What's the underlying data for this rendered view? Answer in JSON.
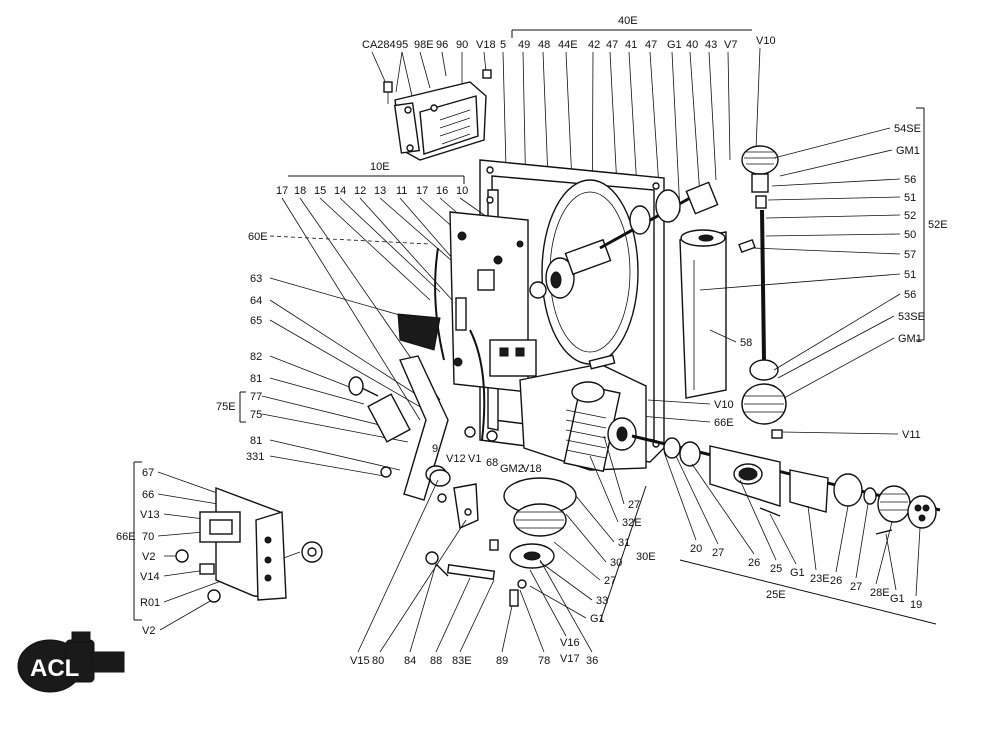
{
  "group_labels": {
    "g40E": "40E",
    "g10E": "10E",
    "g52E": "52E",
    "g75E": "75E",
    "g66E": "66E",
    "g30E": "30E",
    "g25E": "25E"
  },
  "logo": {
    "text": "ACL"
  },
  "callouts": [
    {
      "id": "c01",
      "text": "CA284"
    },
    {
      "id": "c02",
      "text": "95"
    },
    {
      "id": "c03",
      "text": "98E"
    },
    {
      "id": "c04",
      "text": "96"
    },
    {
      "id": "c05",
      "text": "90"
    },
    {
      "id": "c06",
      "text": "V18"
    },
    {
      "id": "c07",
      "text": "5"
    },
    {
      "id": "c08",
      "text": "49"
    },
    {
      "id": "c09",
      "text": "48"
    },
    {
      "id": "c10",
      "text": "44E"
    },
    {
      "id": "c11",
      "text": "42"
    },
    {
      "id": "c12",
      "text": "47"
    },
    {
      "id": "c13",
      "text": "41"
    },
    {
      "id": "c14",
      "text": "47"
    },
    {
      "id": "c15",
      "text": "G1"
    },
    {
      "id": "c16",
      "text": "40"
    },
    {
      "id": "c17",
      "text": "43"
    },
    {
      "id": "c18",
      "text": "V7"
    },
    {
      "id": "c19",
      "text": "V10"
    },
    {
      "id": "c20",
      "text": "17"
    },
    {
      "id": "c21",
      "text": "18"
    },
    {
      "id": "c22",
      "text": "15"
    },
    {
      "id": "c23",
      "text": "14"
    },
    {
      "id": "c24",
      "text": "12"
    },
    {
      "id": "c25",
      "text": "13"
    },
    {
      "id": "c26",
      "text": "11"
    },
    {
      "id": "c27",
      "text": "17"
    },
    {
      "id": "c28",
      "text": "16"
    },
    {
      "id": "c29",
      "text": "10"
    },
    {
      "id": "c30",
      "text": "54SE"
    },
    {
      "id": "c31",
      "text": "GM1"
    },
    {
      "id": "c32",
      "text": "56"
    },
    {
      "id": "c33",
      "text": "51"
    },
    {
      "id": "c34",
      "text": "52"
    },
    {
      "id": "c35",
      "text": "50"
    },
    {
      "id": "c36",
      "text": "57"
    },
    {
      "id": "c37",
      "text": "51"
    },
    {
      "id": "c38",
      "text": "56"
    },
    {
      "id": "c39",
      "text": "53SE"
    },
    {
      "id": "c40",
      "text": "GM1"
    },
    {
      "id": "c41",
      "text": "V11"
    },
    {
      "id": "c42",
      "text": "60E"
    },
    {
      "id": "c43",
      "text": "63"
    },
    {
      "id": "c44",
      "text": "64"
    },
    {
      "id": "c45",
      "text": "65"
    },
    {
      "id": "c46",
      "text": "82"
    },
    {
      "id": "c47",
      "text": "81"
    },
    {
      "id": "c48",
      "text": "77"
    },
    {
      "id": "c49",
      "text": "75"
    },
    {
      "id": "c50",
      "text": "81"
    },
    {
      "id": "c51",
      "text": "331"
    },
    {
      "id": "c52",
      "text": "58"
    },
    {
      "id": "c53",
      "text": "V10"
    },
    {
      "id": "c54",
      "text": "66E"
    },
    {
      "id": "c55",
      "text": "9"
    },
    {
      "id": "c56",
      "text": "V12"
    },
    {
      "id": "c57",
      "text": "V1"
    },
    {
      "id": "c58",
      "text": "68"
    },
    {
      "id": "c59",
      "text": "GM2"
    },
    {
      "id": "c60",
      "text": "V18"
    },
    {
      "id": "c61",
      "text": "67"
    },
    {
      "id": "c62",
      "text": "66"
    },
    {
      "id": "c63",
      "text": "V13"
    },
    {
      "id": "c64",
      "text": "70"
    },
    {
      "id": "c65",
      "text": "V2"
    },
    {
      "id": "c66",
      "text": "V14"
    },
    {
      "id": "c67",
      "text": "R01"
    },
    {
      "id": "c68",
      "text": "V2"
    },
    {
      "id": "c69",
      "text": "27"
    },
    {
      "id": "c70",
      "text": "32E"
    },
    {
      "id": "c71",
      "text": "31"
    },
    {
      "id": "c72",
      "text": "30"
    },
    {
      "id": "c73",
      "text": "27"
    },
    {
      "id": "c74",
      "text": "33"
    },
    {
      "id": "c75",
      "text": "G1"
    },
    {
      "id": "c76",
      "text": "20"
    },
    {
      "id": "c77",
      "text": "27"
    },
    {
      "id": "c78",
      "text": "26"
    },
    {
      "id": "c79",
      "text": "25"
    },
    {
      "id": "c80",
      "text": "G1"
    },
    {
      "id": "c81",
      "text": "23E"
    },
    {
      "id": "c82",
      "text": "26"
    },
    {
      "id": "c83",
      "text": "27"
    },
    {
      "id": "c84",
      "text": "28E"
    },
    {
      "id": "c85",
      "text": "G1"
    },
    {
      "id": "c86",
      "text": "19"
    },
    {
      "id": "c87",
      "text": "V15"
    },
    {
      "id": "c88",
      "text": "80"
    },
    {
      "id": "c89",
      "text": "84"
    },
    {
      "id": "c90",
      "text": "88"
    },
    {
      "id": "c91",
      "text": "83E"
    },
    {
      "id": "c92",
      "text": "89"
    },
    {
      "id": "c93",
      "text": "78"
    },
    {
      "id": "c94",
      "text": "V16"
    },
    {
      "id": "c95",
      "text": "V17"
    },
    {
      "id": "c96",
      "text": "36"
    }
  ]
}
